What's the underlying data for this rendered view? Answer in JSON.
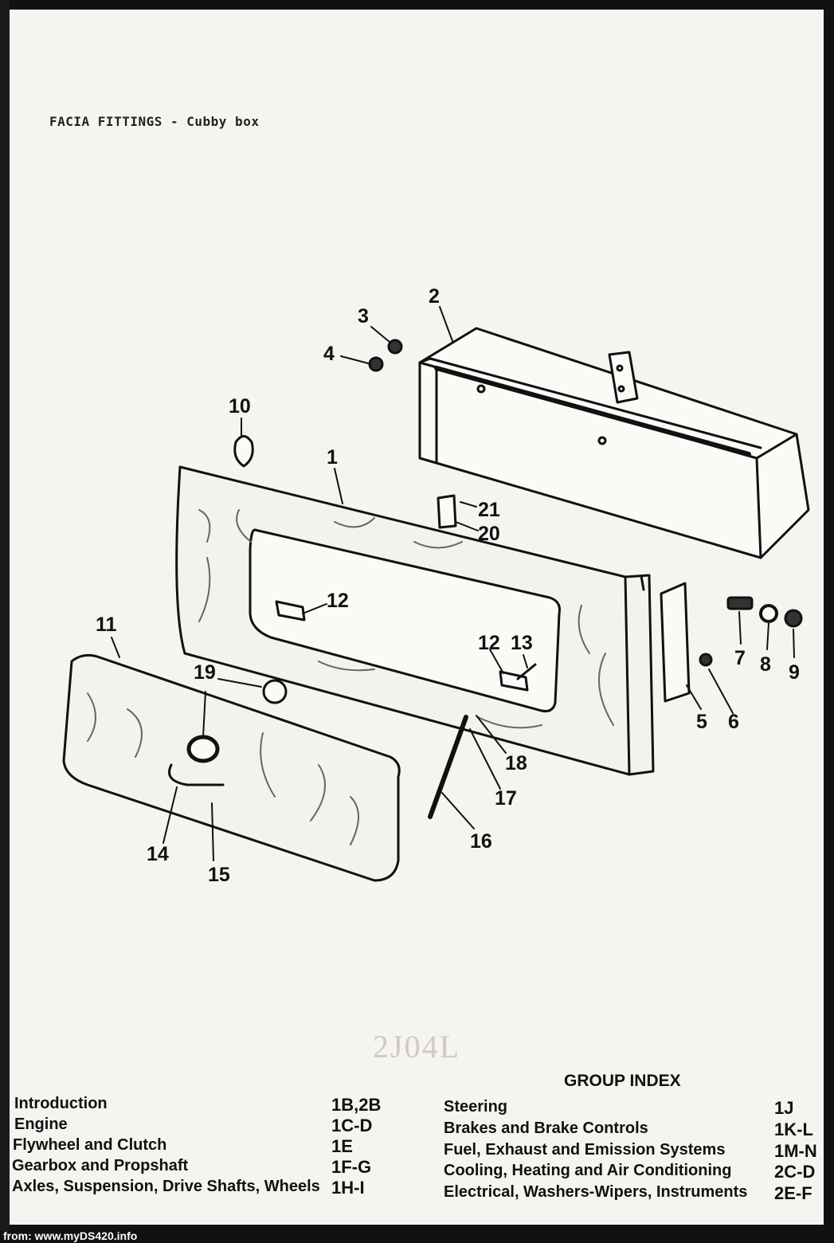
{
  "page": {
    "title": "FACIA FITTINGS - Cubby box",
    "handwritten_ref": "2J04L",
    "source_footer": "from: www.myDS420.info"
  },
  "callouts": [
    "1",
    "2",
    "3",
    "4",
    "5",
    "6",
    "7",
    "8",
    "9",
    "10",
    "11",
    "12",
    "12",
    "13",
    "14",
    "15",
    "16",
    "17",
    "18",
    "19",
    "20",
    "21"
  ],
  "group_index": {
    "title": "GROUP INDEX",
    "left_column": [
      {
        "label": "Introduction",
        "code": "1B,2B"
      },
      {
        "label": "Engine",
        "code": "1C-D"
      },
      {
        "label": "Flywheel and Clutch",
        "code": "1E"
      },
      {
        "label": "Gearbox and Propshaft",
        "code": "1F-G"
      },
      {
        "label": "Axles, Suspension, Drive Shafts, Wheels",
        "code": "1H-I"
      }
    ],
    "right_column": [
      {
        "label": "Steering",
        "code": "1J"
      },
      {
        "label": "Brakes and Brake Controls",
        "code": "1K-L"
      },
      {
        "label": "Fuel, Exhaust and Emission Systems",
        "code": "1M-N"
      },
      {
        "label": "Cooling, Heating and Air Conditioning",
        "code": "2C-D"
      },
      {
        "label": "Electrical, Washers-Wipers, Instruments",
        "code": "2E-F"
      }
    ]
  }
}
